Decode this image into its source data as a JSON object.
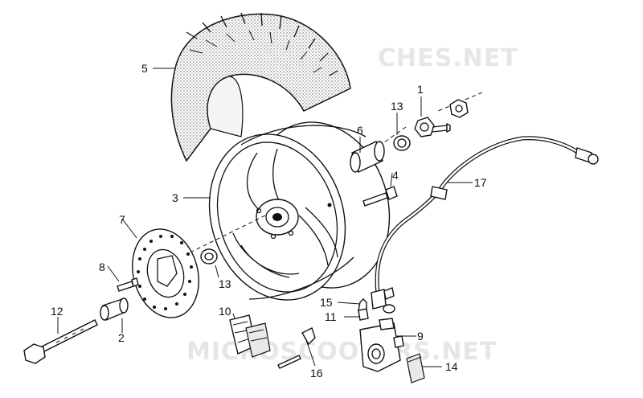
{
  "watermarks": [
    "CHES.NET",
    "MICROSCOOTERS.NET"
  ],
  "callouts": {
    "c1": "1",
    "c2": "2",
    "c3": "3",
    "c4": "4",
    "c5": "5",
    "c6": "6",
    "c7": "7",
    "c8": "8",
    "c9": "9",
    "c10": "10",
    "c11": "11",
    "c12": "12",
    "c13a": "13",
    "c13b": "13",
    "c14": "14",
    "c15": "15",
    "c16": "16",
    "c17": "17"
  }
}
